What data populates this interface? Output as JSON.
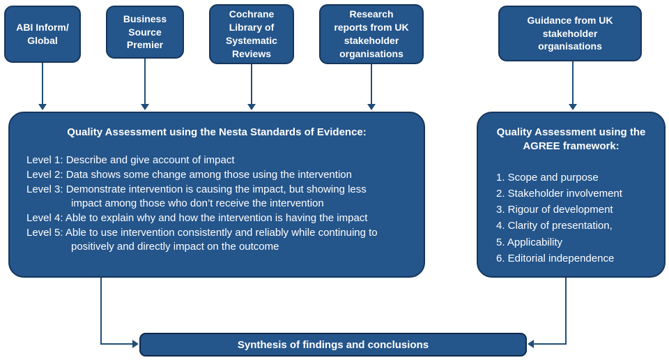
{
  "colors": {
    "box_fill": "#24558B",
    "box_border": "#16365C",
    "arrow": "#1F4E79",
    "text": "#FFFFFF",
    "background": "#FFFFFF"
  },
  "sources": {
    "abi": "ABI Inform/\nGlobal",
    "business": "Business\nSource\nPremier",
    "cochrane": "Cochrane\nLibrary of\nSystematic\nReviews",
    "research": "Research\nreports from UK\nstakeholder\norganisations",
    "guidance": "Guidance from UK\nstakeholder\norganisations"
  },
  "nesta": {
    "title": "Quality Assessment using the Nesta Standards of Evidence:",
    "lines": [
      "Level 1: Describe and give account of impact",
      "Level 2: Data shows some change among those using the intervention",
      "Level 3: Demonstrate intervention is causing the impact, but showing  less",
      "impact among those who don’t receive the intervention",
      "Level 4: Able to explain why and how the intervention is having the impact",
      "Level 5: Able to use intervention consistently and reliably while continuing to",
      "positively and directly impact on the outcome"
    ]
  },
  "agree": {
    "title": "Quality Assessment using the AGREE framework:",
    "items": [
      "1. Scope and purpose",
      "2. Stakeholder involvement",
      "3. Rigour of development",
      "4. Clarity of presentation,",
      "5. Applicability",
      "6. Editorial independence"
    ]
  },
  "synthesis": {
    "label": "Synthesis of findings and conclusions"
  }
}
